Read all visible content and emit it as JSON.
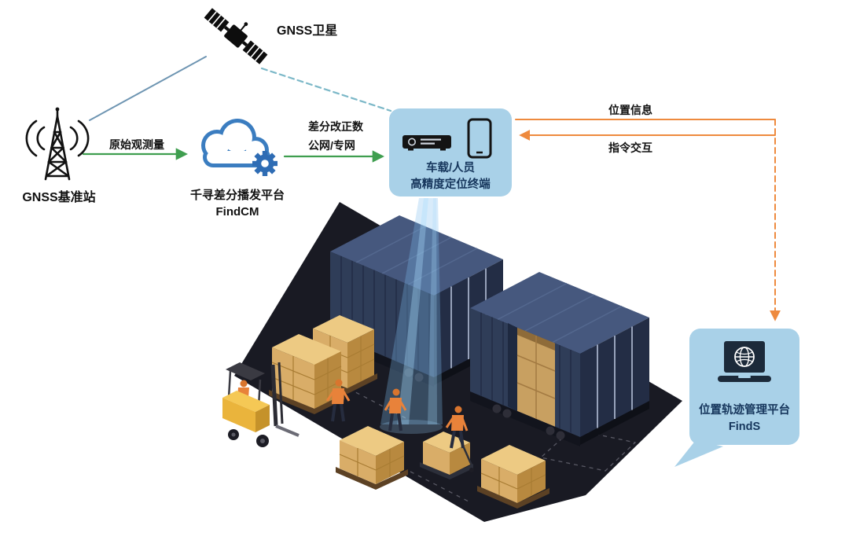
{
  "colors": {
    "label-text": "#111111",
    "bubble-fill": "#a9d1e8",
    "bubble-text": "#16365c",
    "green": "#3f9e4f",
    "orange": "#ee8a3e",
    "teal-dash": "#7cb8c8",
    "steel-line": "#6e95b2",
    "cloud-blue": "#3b7dc0",
    "gear-blue": "#2e6cb4"
  },
  "nodes": {
    "satellite": {
      "label": "GNSS卫星",
      "icon": "satellite-icon"
    },
    "base_station": {
      "label": "GNSS基准站",
      "icon": "radio-tower-icon"
    },
    "cloud_platform": {
      "title": "千寻差分播发平台",
      "product": "FindCM",
      "icon": "cloud-gear-icon"
    },
    "terminal": {
      "line1": "车载/人员",
      "line2": "高精度定位终端",
      "icons": [
        "receiver-icon",
        "smartphone-icon"
      ]
    },
    "management_platform": {
      "title": "位置轨迹管理平台",
      "product": "FindS",
      "icon": "laptop-globe-icon"
    }
  },
  "links": {
    "raw_observation": {
      "label": "原始观测量"
    },
    "corrections": {
      "line1": "差分改正数",
      "line2": "公网/专网"
    },
    "position_info": {
      "label": "位置信息"
    },
    "command_interaction": {
      "label": "指令交互"
    }
  }
}
